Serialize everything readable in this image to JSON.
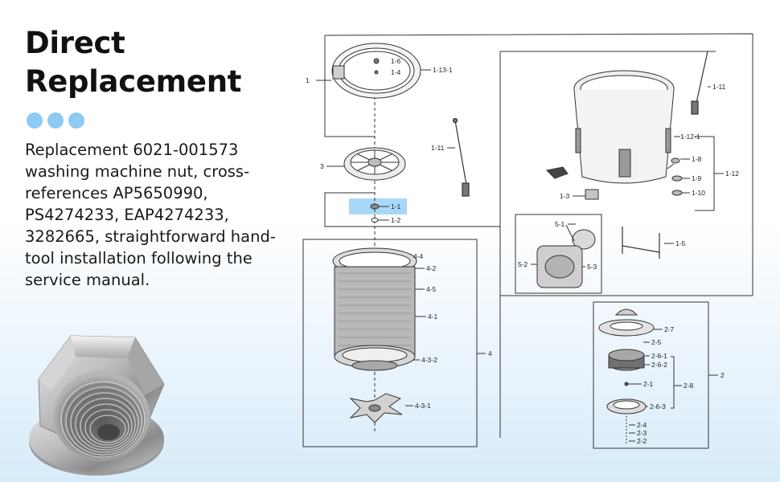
{
  "heading": {
    "line1": "Direct",
    "line2": "Replacement"
  },
  "description": "Replacement 6021-001573 washing machine nut, cross-references AP5650990, PS4274233, EAP4274233, 3282665, straightforward hand-tool installation following the service manual.",
  "highlight_color": "#a8d8f8",
  "accent_color": "#8ecbf4",
  "diagram_labels": {
    "l1": "1",
    "l1_6": "1-6",
    "l1_4": "1-4",
    "l1_13_1": "1-13-1",
    "l3": "3",
    "l1_1": "1-1",
    "l1_2": "1-2",
    "l1_11a": "1-11",
    "l1_11b": "1-11",
    "l1_12_1": "1-12-1",
    "l1_8": "1-8",
    "l1_9": "1-9",
    "l1_10": "1-10",
    "l1_12": "1-12",
    "l1_3": "1-3",
    "l5_1": "5-1",
    "l5_2": "5-2",
    "l5_3": "5-3",
    "l1_5": "1-5",
    "l4_4": "4-4",
    "l4_2": "4-2",
    "l4_5": "4-5",
    "l4_1": "4-1",
    "l4_3_2": "4-3-2",
    "l4": "4",
    "l4_3_1": "4-3-1",
    "l2_7": "2-7",
    "l2_5": "2-5",
    "l2_6_1": "2-6-1",
    "l2_6_2": "2-6-2",
    "l2_1": "2-1",
    "l2_8": "2-8",
    "l2_6_3": "2-6-3",
    "l2_4": "2-4",
    "l2_3": "2-3",
    "l2_2": "2-2",
    "l2": "2"
  }
}
